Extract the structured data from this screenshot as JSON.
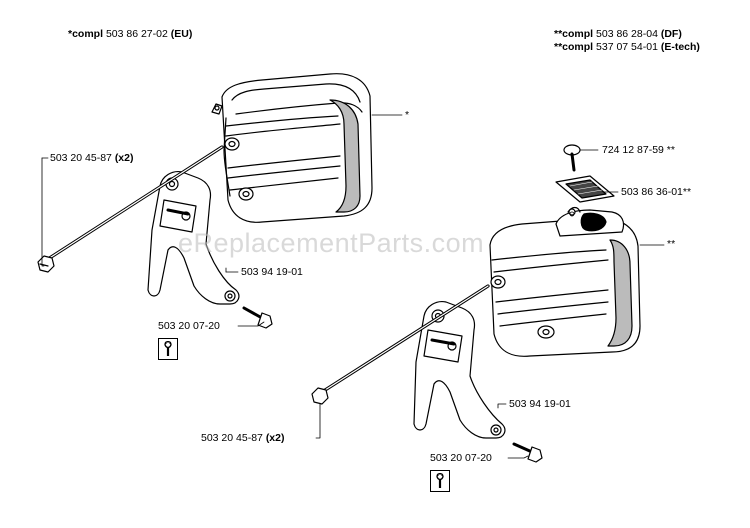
{
  "headers": {
    "left": {
      "prefix": "*compl",
      "code": "503 86 27-02",
      "variant": "(EU)"
    },
    "right": [
      {
        "prefix": "**compl",
        "code": "503 86 28-04",
        "variant": "(DF)"
      },
      {
        "prefix": "**compl",
        "code": "537 07 54-01",
        "variant": "(E-tech)"
      }
    ]
  },
  "watermark": "eReplacementParts.com",
  "parts": {
    "left_muffler_mark": "*",
    "left_bolt": {
      "number": "503 20 45-87",
      "qty": "(x2)"
    },
    "left_bracket": "503 94 19-01",
    "left_screw": "503 20 07-20",
    "right_top_screw": "724 12 87-59 **",
    "right_plate": "503 86 36-01**",
    "right_muffler_mark": "**",
    "right_bracket": "503 94 19-01",
    "right_bolt": {
      "number": "503 20 45-87",
      "qty": "(x2)"
    },
    "right_screw": "503 20 07-20"
  },
  "icons": [
    "wrench-icon",
    "wrench-icon"
  ]
}
